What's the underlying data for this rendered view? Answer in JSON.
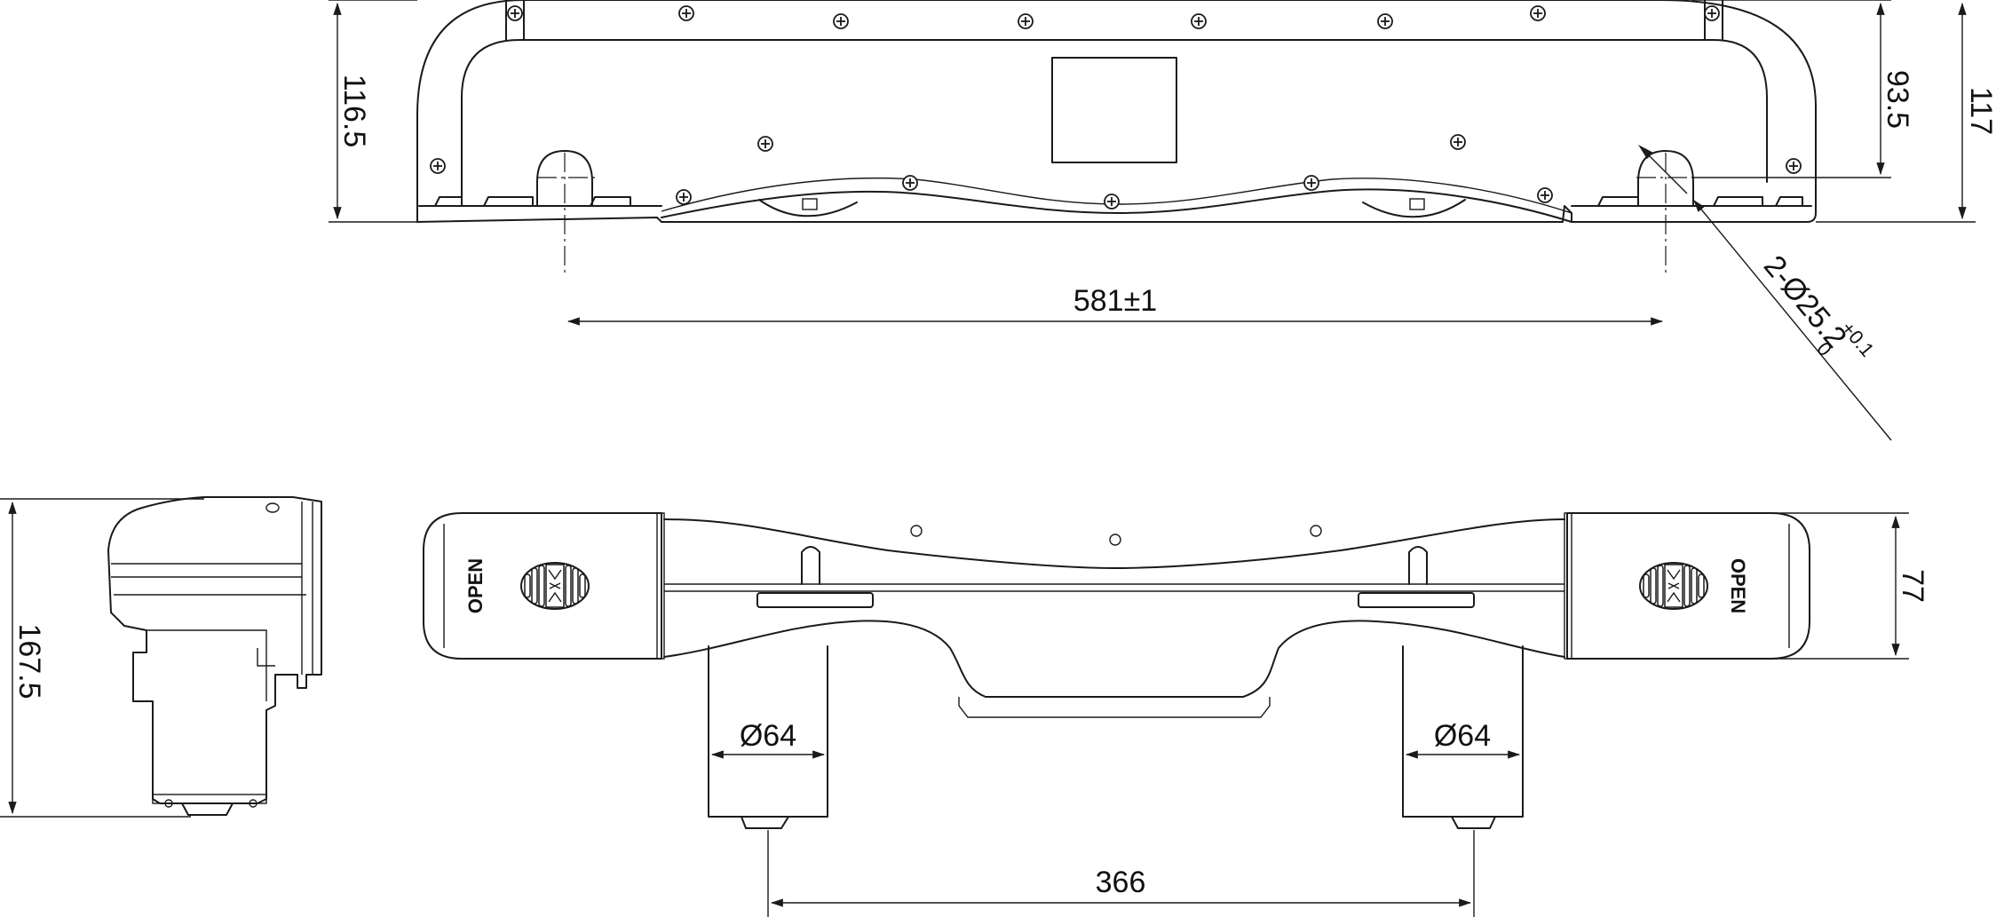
{
  "dimensions": {
    "top_left_height": "116.5",
    "top_right_inner_height": "93.5",
    "top_right_outer_height": "117",
    "hole_spacing": "581±1",
    "hole_callout_prefix": "2-Ø25.2",
    "hole_tol_upper": "+0.1",
    "hole_tol_lower": "0",
    "side_height": "167.5",
    "front_height": "77",
    "left_pipe_diameter": "Ø64",
    "right_pipe_diameter": "Ø64",
    "pipe_spacing": "366"
  },
  "labels": {
    "open_left": "OPEN",
    "open_right": "OPEN"
  }
}
